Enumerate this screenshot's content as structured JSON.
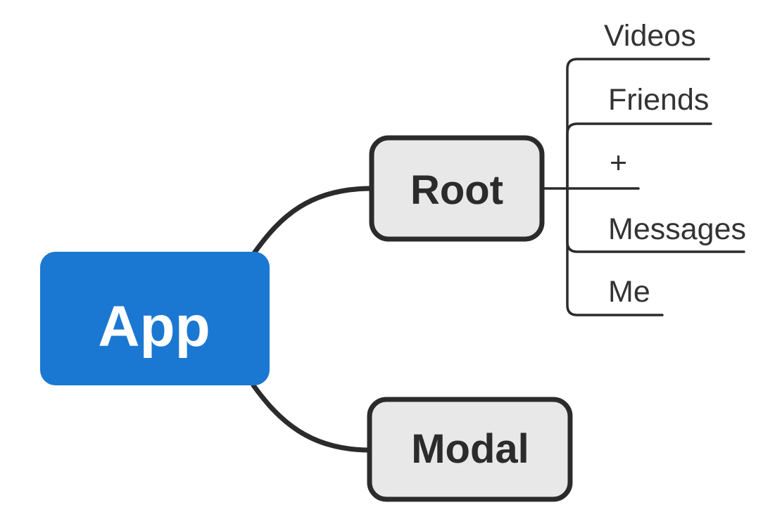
{
  "colors": {
    "background": "#ffffff",
    "app_fill": "#1b78d2",
    "app_text": "#ffffff",
    "node_fill": "#e8e8e8",
    "node_border": "#2b2b2b",
    "line": "#2b2b2b",
    "label_text": "#333333"
  },
  "tree": {
    "label": "App",
    "children": [
      {
        "label": "Root",
        "children": [
          {
            "label": "Videos"
          },
          {
            "label": "Friends"
          },
          {
            "label": "+"
          },
          {
            "label": "Messages"
          },
          {
            "label": "Me"
          }
        ]
      },
      {
        "label": "Modal",
        "children": []
      }
    ]
  }
}
